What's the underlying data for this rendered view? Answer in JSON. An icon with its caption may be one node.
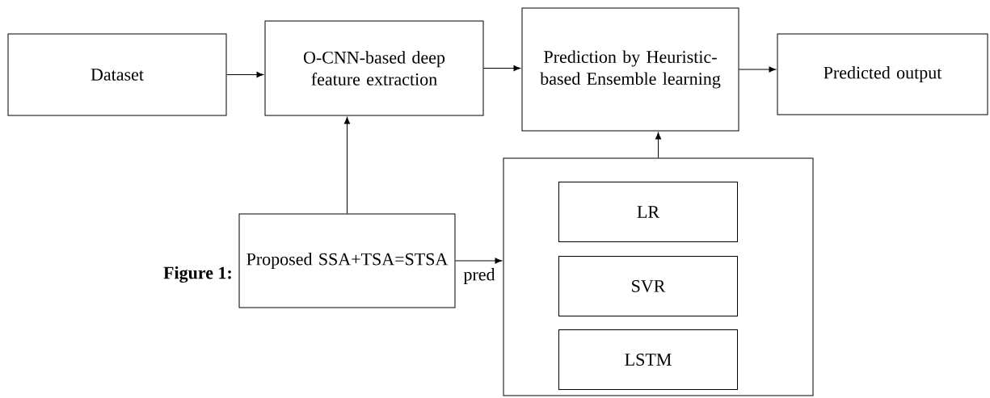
{
  "diagram": {
    "caption": "Figure 1:",
    "nodes": [
      {
        "text": [
          "Dataset"
        ]
      },
      {
        "text": [
          "O-CNN-based deep feature extraction"
        ]
      },
      {
        "text": [
          "Prediction by Heuristic-based Ensemble learning"
        ]
      },
      {
        "text": [
          "Predicted output"
        ]
      },
      {
        "text": [
          "Proposed SSA+TSA=STSA"
        ]
      },
      {
        "text": [],
        "shape": "box"
      },
      {
        "text": [
          "LR"
        ],
        "in": 5
      },
      {
        "text": [
          "SVR"
        ],
        "in": 5
      },
      {
        "text": [
          "LSTM"
        ],
        "in": 5
      }
    ],
    "edges": [
      {
        "from": 0,
        "to": 1,
        "arrow": "to"
      },
      {
        "from": 1,
        "to": 2,
        "arrow": "to"
      },
      {
        "from": 2,
        "to": 3,
        "arrow": "to"
      },
      {
        "from": 4,
        "to": 1,
        "arrow": "to"
      },
      {
        "from": 4,
        "to": 5,
        "arrow": "to"
      },
      {
        "from": 5,
        "to": 2,
        "arrow": "to"
      }
    ],
    "labels": [
      "pred"
    ]
  }
}
